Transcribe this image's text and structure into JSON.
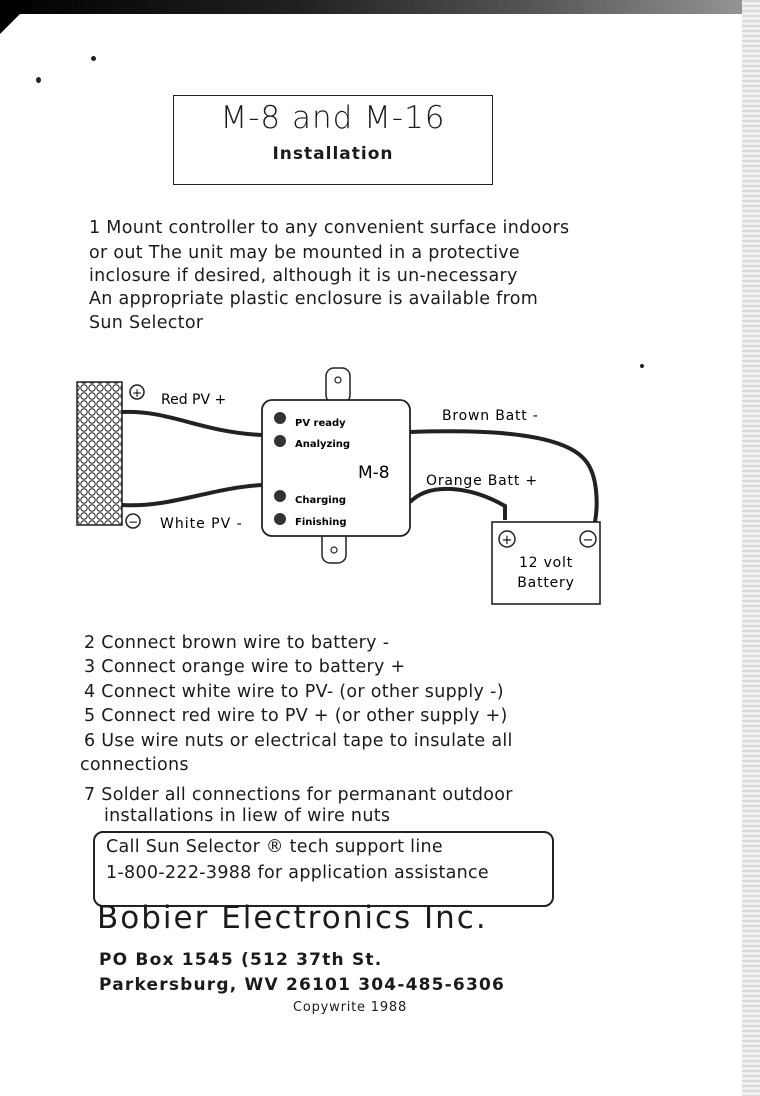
{
  "header": {
    "title": "M-8 and M-16",
    "subtitle": "Installation"
  },
  "step1": {
    "lines": [
      "1 Mount controller to any convenient surface indoors",
      "or out  The unit may be mounted in a protective",
      "inclosure if desired, although it is un-necessary",
      "An appropriate plastic enclosure is available from",
      "Sun Selector"
    ]
  },
  "diagram": {
    "controller_label": "M-8",
    "leds": [
      "PV ready",
      "Analyzing",
      "Charging",
      "Finishing"
    ],
    "wires": {
      "red": "Red PV +",
      "white": "White PV -",
      "brown": "Brown Batt -",
      "orange": "Orange Batt +"
    },
    "battery": {
      "line1": "12 volt",
      "line2": "Battery"
    },
    "plus_symbol": "+",
    "minus_symbol": "−"
  },
  "steps": [
    "2 Connect brown wire to battery -",
    "3 Connect orange wire to battery +",
    "4 Connect white wire to PV- (or other supply -)",
    "5 Connect red wire to PV + (or other supply +)",
    "6 Use wire nuts or electrical tape to insulate all",
    "connections",
    "7 Solder all connections  for permanant outdoor",
    "installations in liew of wire nuts"
  ],
  "support": {
    "line1": "Call Sun Selector ® tech support line",
    "line2": "1-800-222-3988  for application assistance"
  },
  "footer": {
    "company": "Bobier Electronics Inc.",
    "address1": "PO Box 1545 (512 37th St.",
    "address2": "Parkersburg, WV 26101  304-485-6306",
    "copyright": "Copywrite 1988"
  }
}
